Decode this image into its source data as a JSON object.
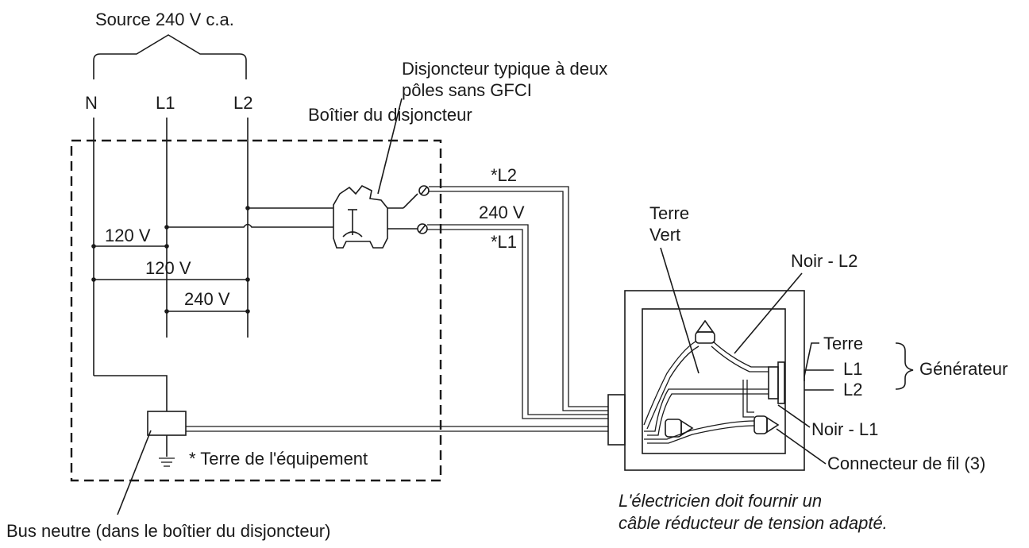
{
  "labels": {
    "source": "Source 240 V c.a.",
    "n": "N",
    "l1": "L1",
    "l2": "L2",
    "breaker_note_line1": "Disjoncteur typique à deux",
    "breaker_note_line2": "pôles sans GFCI",
    "breaker_box": "Boîtier du disjoncteur",
    "cable_l2": "*L2",
    "cable_240v": "240 V",
    "cable_l1": "*L1",
    "volt_120a": "120 V",
    "volt_120b": "120 V",
    "volt_240": "240 V",
    "ground_equipment": "* Terre de l'équipement",
    "neutral_bus": "Bus neutre (dans le boîtier du disjoncteur)",
    "terre_vert_line1": "Terre",
    "terre_vert_line2": "Vert",
    "noir_l2": "Noir - L2",
    "gen_terre": "Terre",
    "gen_l1": "L1",
    "gen_l2": "L2",
    "generateur": "Générateur",
    "noir_l1": "Noir - L1",
    "connecteur": "Connecteur de fil (3)",
    "electrician_line1": "L'électricien doit fournir un",
    "electrician_line2": "câble réducteur de tension adapté."
  }
}
